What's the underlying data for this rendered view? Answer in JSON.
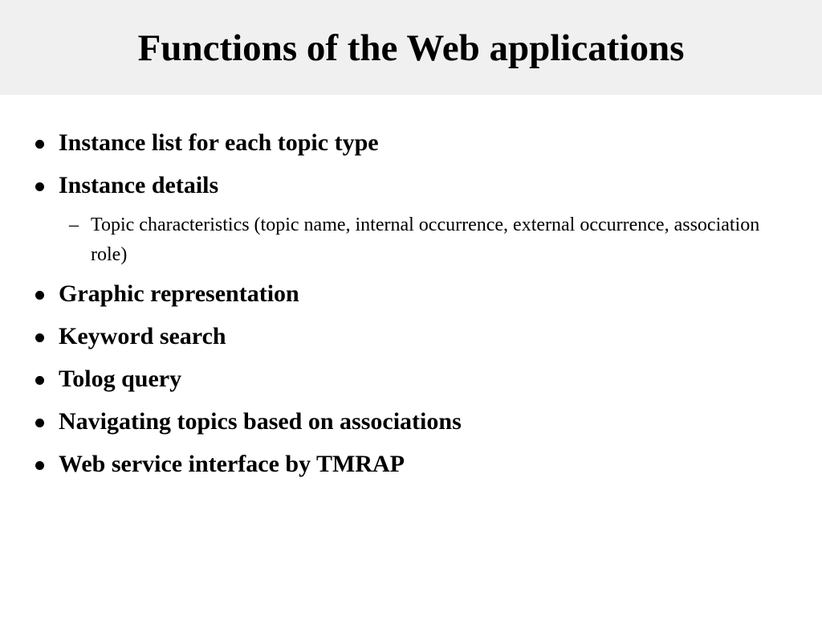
{
  "slide": {
    "title": "Functions of the Web applications",
    "bullets": [
      "Instance list for each topic type",
      "Instance details",
      "Graphic representation",
      "Keyword search",
      "Tolog query",
      "Navigating topics based on associations",
      "Web service interface by TMRAP"
    ],
    "sub_bullet": {
      "marker": "–",
      "text": "Topic characteristics (topic name, internal occurrence, external occurrence, association role)"
    }
  }
}
